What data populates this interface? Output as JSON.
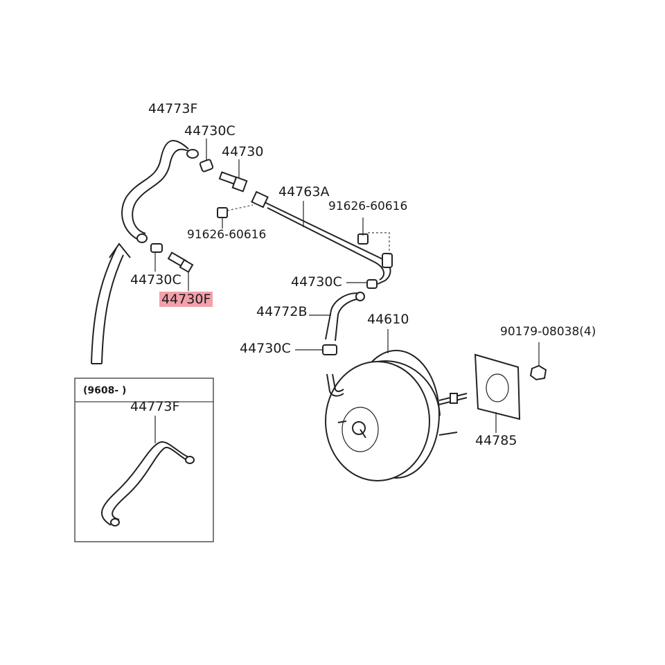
{
  "colors": {
    "highlight": "#f2a0aa",
    "line": "#222222",
    "background": "#ffffff"
  },
  "labels": {
    "hose_top": "44773F",
    "clamp_top": "44730C",
    "union": "44730",
    "tube": "44763A",
    "bolt_right": "91626-60616",
    "bolt_left": "91626-60616",
    "clamp_left": "44730C",
    "check_valve": "44730F",
    "clamp_mid": "44730C",
    "hose_mid": "44772B",
    "booster": "44610",
    "nut": "90179-08038(4)",
    "clamp_low": "44730C",
    "gasket": "44785",
    "inset_period": "(9608-        )",
    "inset_part": "44773F"
  }
}
